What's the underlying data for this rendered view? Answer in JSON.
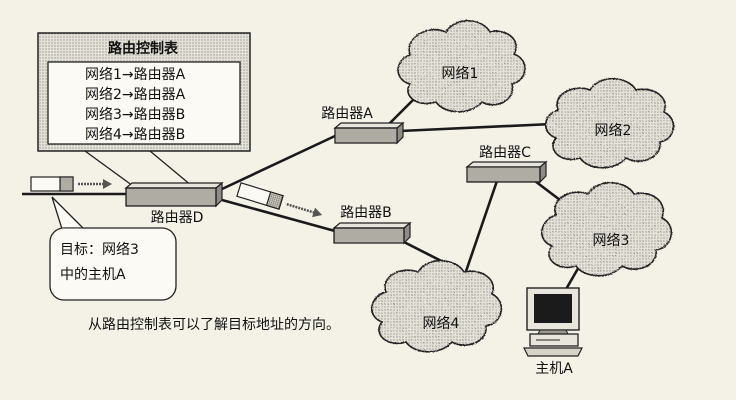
{
  "routing_table": {
    "title": "路由控制表",
    "rows": [
      "网络1→路由器A",
      "网络2→路由器A",
      "网络3→路由器B",
      "网络4→路由器B"
    ]
  },
  "routers": {
    "a": "路由器A",
    "b": "路由器B",
    "c": "路由器C",
    "d": "路由器D"
  },
  "networks": {
    "n1": "网络1",
    "n2": "网络2",
    "n3": "网络3",
    "n4": "网络4"
  },
  "host": {
    "label": "主机A"
  },
  "callout": {
    "line1": "目标：网络3",
    "line2": "中的主机A"
  },
  "caption": "从路由控制表可以了解目标地址的方向。"
}
